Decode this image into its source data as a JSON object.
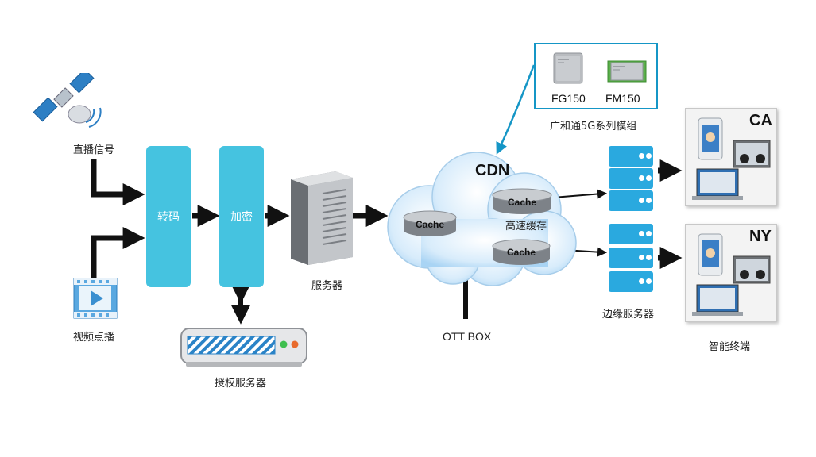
{
  "sources": {
    "live_signal": "直播信号",
    "vod": "视频点播"
  },
  "blocks": {
    "transcode": "转码",
    "encrypt": "加密"
  },
  "servers": {
    "server": "服务器",
    "auth_server": "授权服务器",
    "edge_servers": "边缘服务器"
  },
  "cdn": {
    "title": "CDN",
    "cache_label": "Cache",
    "high_speed_cache": "高速缓存"
  },
  "ott_box": "OTT BOX",
  "modules": {
    "items": [
      "FG150",
      "FM150"
    ],
    "caption": "广和通5G系列模组"
  },
  "terminals": {
    "regions": [
      "CA",
      "NY"
    ],
    "label": "智能终端"
  },
  "colors": {
    "accent_blue": "#45c3e0",
    "border_blue": "#1596c6",
    "edge_blue": "#2aa9df"
  }
}
